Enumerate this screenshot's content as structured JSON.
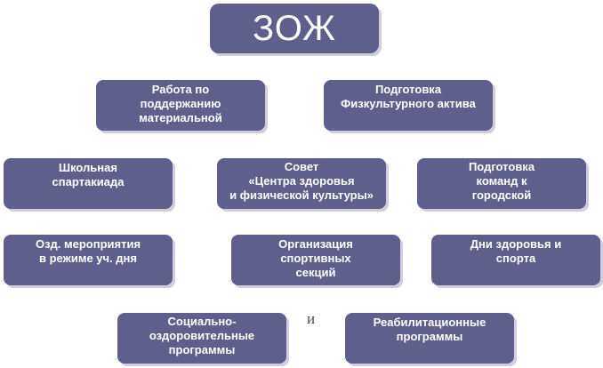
{
  "title": "ЗОЖ",
  "boxes": {
    "maintenance": "Работа по\nподдержанию\nматериальной",
    "sports_activists": "Подготовка\nФизкультурного актива",
    "school_spartakiad": "Школьная\nспартакиада",
    "health_center_council": "Совет\n«Центра здоровья\nи физической культуры»",
    "city_teams": "Подготовка\nкоманд к\nгородской",
    "health_activities": "Озд. мероприятия\nв режиме уч. дня",
    "sports_sections": "Организация\nспортивных\nсекций",
    "health_days": "Дни здоровья и\nспорта",
    "social_health_programs": "Социально-\nоздоровительные\nпрограммы",
    "rehab_programs": "Реабилитационные\nпрограммы"
  },
  "connector_word": "и",
  "colors": {
    "box_fill": "#5f5f8e",
    "box_text": "#ffffff",
    "shadow": "#bebed2"
  }
}
